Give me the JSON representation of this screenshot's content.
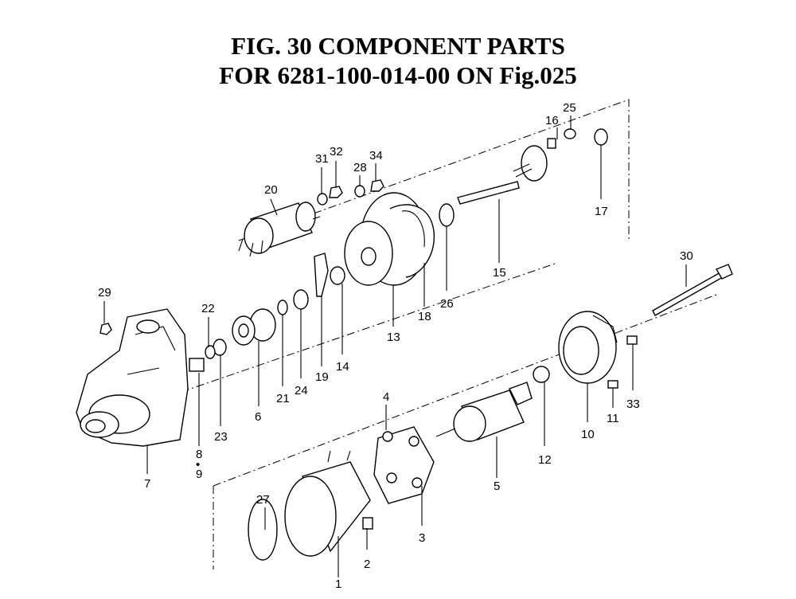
{
  "title": {
    "line1": "FIG. 30  COMPONENT PARTS",
    "line2": "FOR 6281-100-014-00 ON Fig.025"
  },
  "labels": {
    "n1": "1",
    "n2": "2",
    "n3": "3",
    "n4": "4",
    "n5": "5",
    "n6": "6",
    "n7": "7",
    "n8": "8",
    "n9": "9",
    "n10": "10",
    "n11": "11",
    "n12": "12",
    "n13": "13",
    "n14": "14",
    "n15": "15",
    "n16": "16",
    "n17": "17",
    "n18": "18",
    "n19": "19",
    "n20": "20",
    "n21": "21",
    "n22": "22",
    "n23": "23",
    "n24": "24",
    "n25": "25",
    "n26": "26",
    "n27": "27",
    "n28": "28",
    "n29": "29",
    "n30": "30",
    "n31": "31",
    "n32": "32",
    "n33": "33",
    "n34": "34",
    "dot": "•"
  }
}
